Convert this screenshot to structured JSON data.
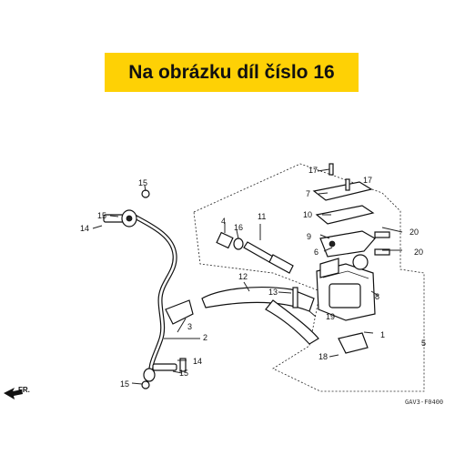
{
  "banner": {
    "text": "Na obrázku díl číslo 16",
    "background": "#fed105"
  },
  "diagram_code": "GAV3-F0400",
  "direction_label": "FR.",
  "callouts": [
    "1",
    "2",
    "3",
    "4",
    "5",
    "6",
    "7",
    "8",
    "9",
    "10",
    "11",
    "12",
    "13",
    "14",
    "14",
    "15",
    "15",
    "15",
    "16",
    "17",
    "17",
    "18",
    "19",
    "20",
    "20"
  ]
}
